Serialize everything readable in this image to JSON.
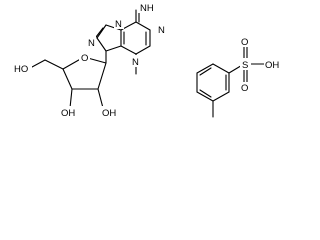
{
  "structure_1": {
    "imine_label": "NH",
    "ring_n_labels": [
      "N",
      "N",
      "N",
      "N"
    ],
    "ring_o_label": "O",
    "hydroxyl_labels": [
      "HO",
      "OH",
      "OH"
    ]
  },
  "structure_2": {
    "sulfonyl_o_labels": [
      "O",
      "O"
    ],
    "sulfur_label": "S",
    "acid_label": "OH"
  },
  "colors": {
    "line": "#000000",
    "background": "#ffffff"
  }
}
